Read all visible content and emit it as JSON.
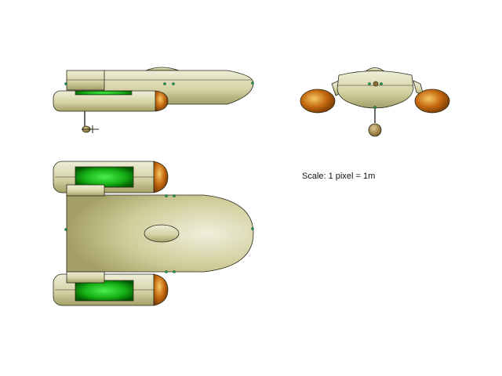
{
  "scale_label": "Scale: 1 pixel = 1m",
  "colors": {
    "hull_light": "#ecebd2",
    "hull_mid": "#cfcc9a",
    "hull_dark": "#9c9860",
    "outline": "#2a2a1c",
    "nacelle_light": "#f6c866",
    "nacelle_dark": "#7a3a00",
    "glow_light": "#33ee33",
    "glow_dark": "#006600",
    "marker": "#16a04a",
    "pod": "#8a6d30"
  },
  "views": [
    {
      "name": "side-view"
    },
    {
      "name": "front-view"
    },
    {
      "name": "top-view"
    }
  ]
}
